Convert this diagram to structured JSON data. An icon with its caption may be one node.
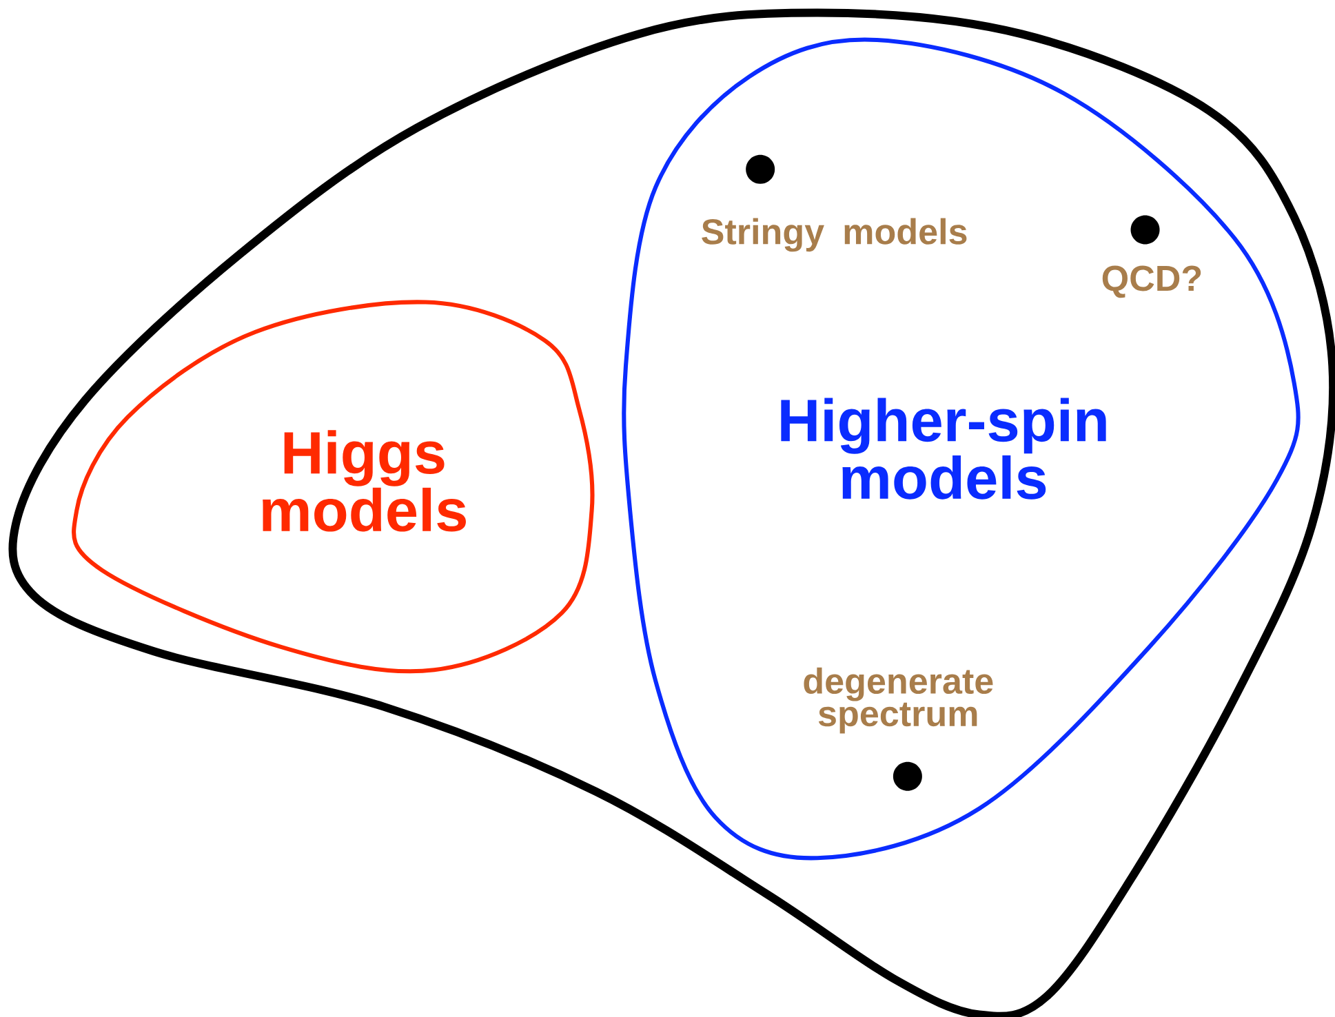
{
  "diagram": {
    "nodes": [
      {
        "text": [],
        "shape": "cloud"
      },
      {
        "text": [
          "Higgs models"
        ],
        "in": 0
      },
      {
        "text": [
          "Higher-spin models"
        ],
        "in": 0
      },
      {
        "text": [],
        "shape": "circle",
        "in": 2,
        "beside": [
          "Stringy models"
        ]
      },
      {
        "text": [],
        "shape": "circle",
        "in": 2,
        "beside": [
          "QCD?"
        ]
      },
      {
        "text": [],
        "shape": "circle",
        "in": 2,
        "beside": [
          "degenerate spectrum"
        ]
      }
    ]
  }
}
